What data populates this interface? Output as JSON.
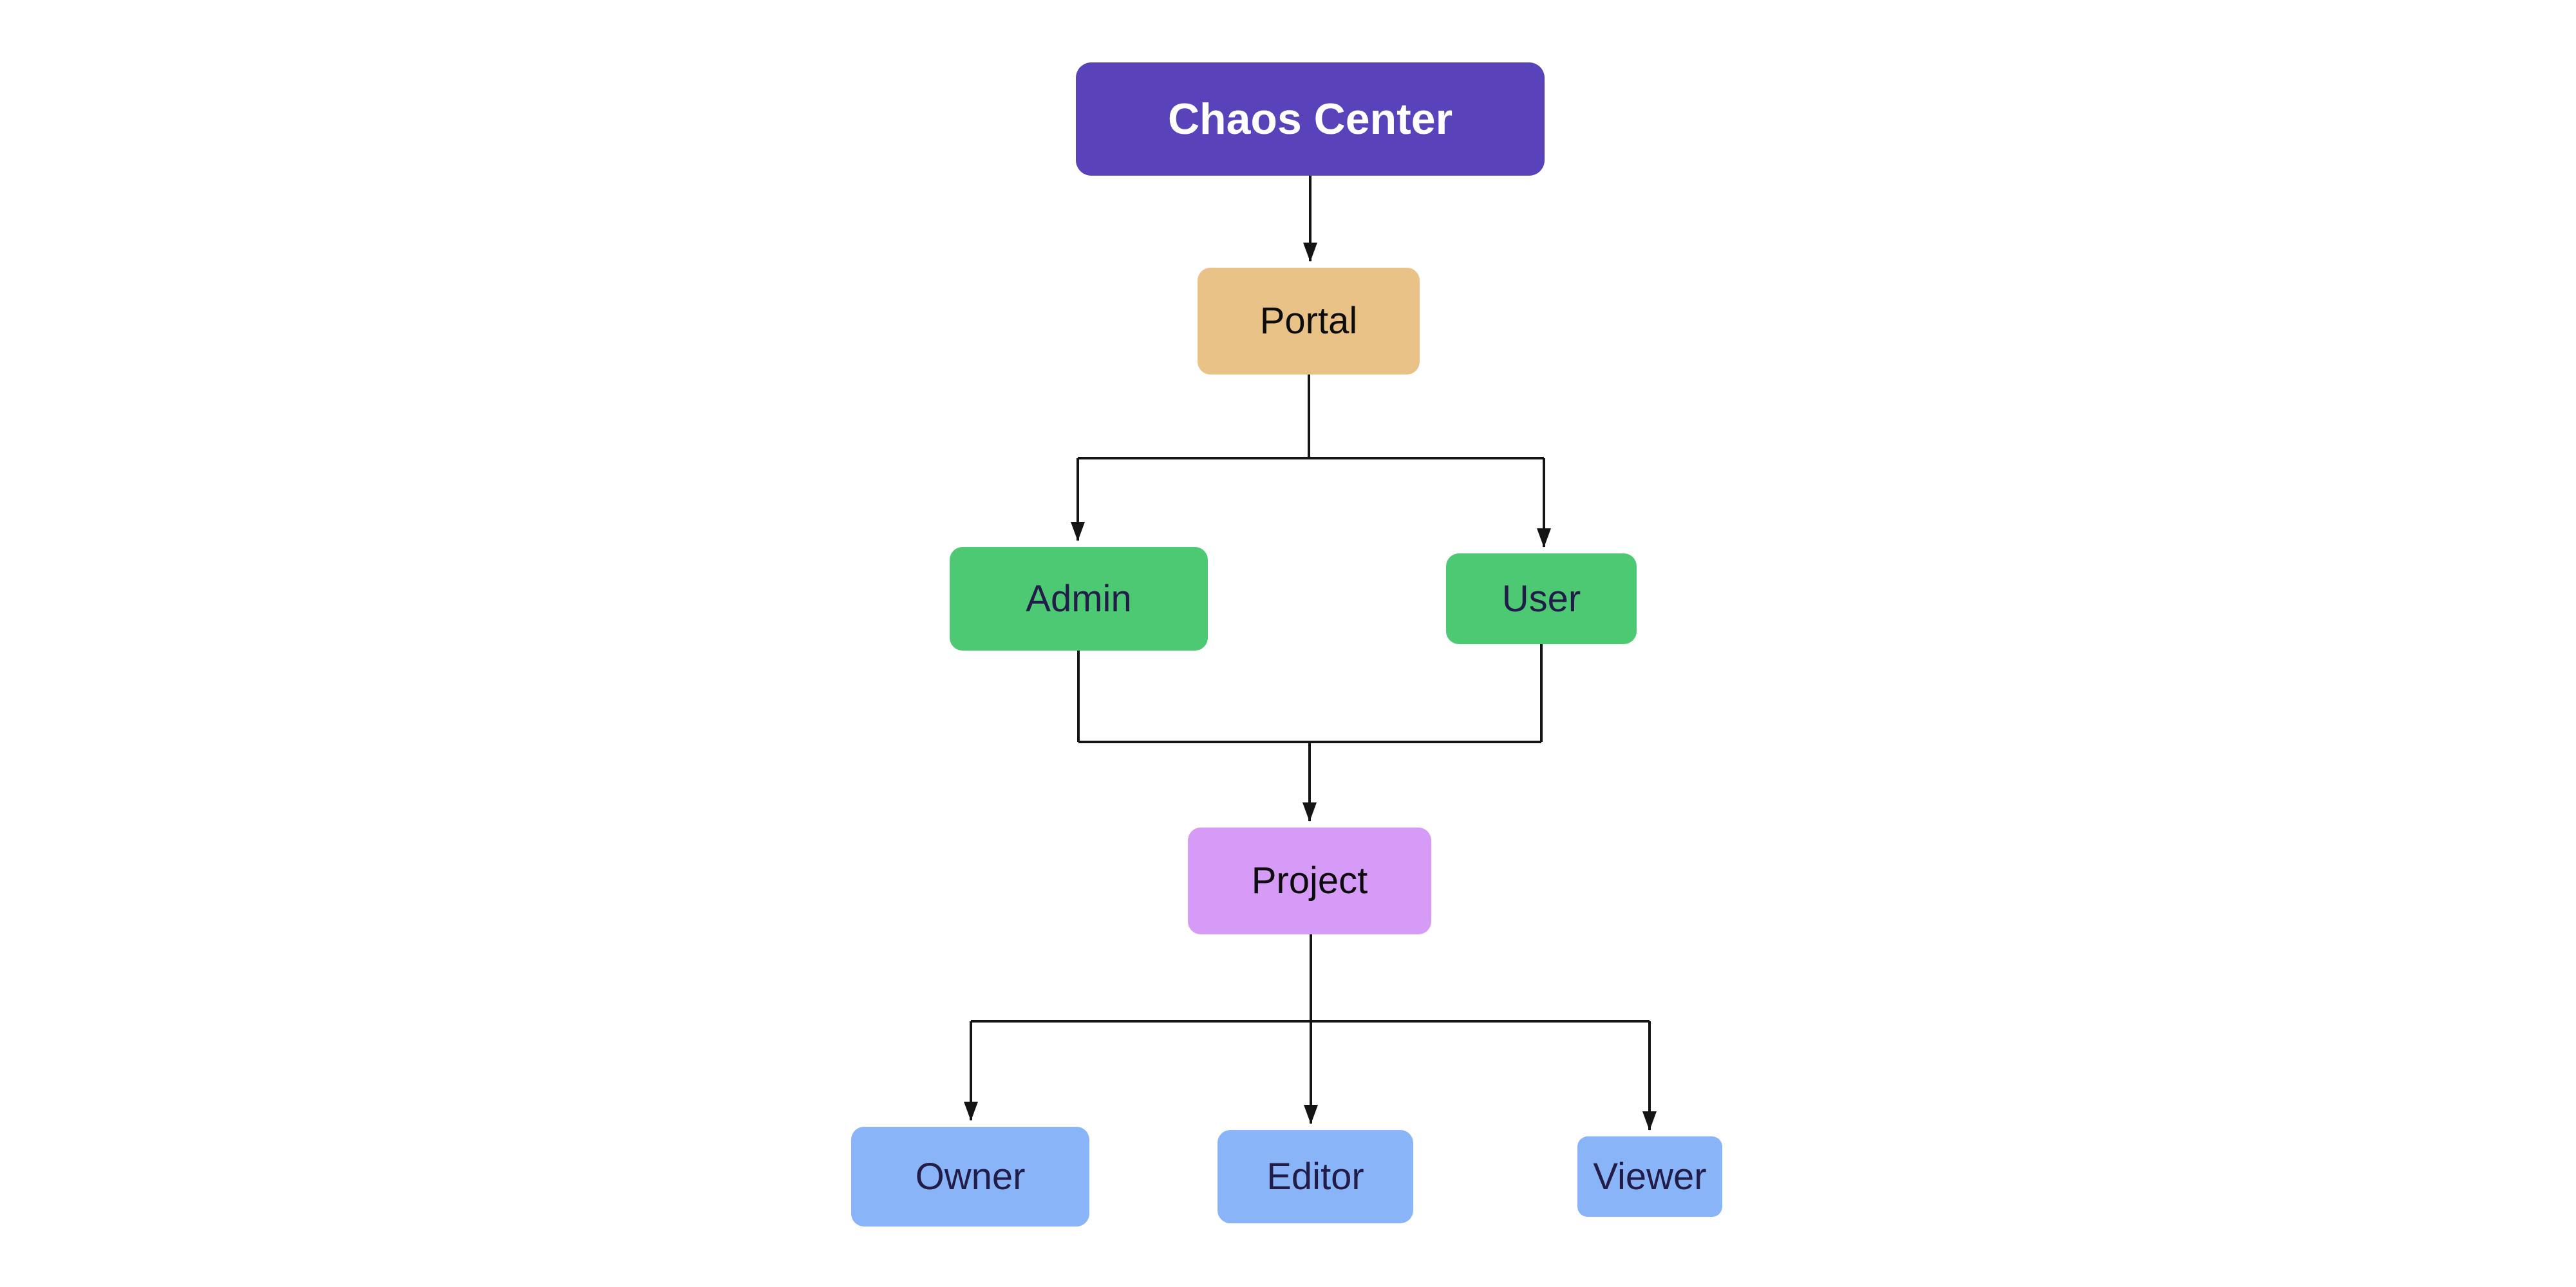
{
  "diagram": {
    "background": "#ffffff",
    "line_color": "#141414",
    "nodes": {
      "chaos_center": {
        "label": "Chaos Center",
        "bg": "#5942ba",
        "text_color": "#ffffff"
      },
      "portal": {
        "label": "Portal",
        "bg": "#e9c288",
        "text_color": "#0d0d0d"
      },
      "admin": {
        "label": "Admin",
        "bg": "#4dc973",
        "text_color": "#221c48"
      },
      "user": {
        "label": "User",
        "bg": "#4dc973",
        "text_color": "#221c48"
      },
      "project": {
        "label": "Project",
        "bg": "#d59bf7",
        "text_color": "#0d0d0d"
      },
      "owner": {
        "label": "Owner",
        "bg": "#8ab4f8",
        "text_color": "#221c48"
      },
      "editor": {
        "label": "Editor",
        "bg": "#8ab4f8",
        "text_color": "#221c48"
      },
      "viewer": {
        "label": "Viewer",
        "bg": "#8ab4f8",
        "text_color": "#221c48"
      }
    },
    "edges": [
      {
        "from": "chaos_center",
        "to": "portal"
      },
      {
        "from": "portal",
        "to": "admin"
      },
      {
        "from": "portal",
        "to": "user"
      },
      {
        "from": "admin",
        "to": "project"
      },
      {
        "from": "user",
        "to": "project"
      },
      {
        "from": "project",
        "to": "owner"
      },
      {
        "from": "project",
        "to": "editor"
      },
      {
        "from": "project",
        "to": "viewer"
      }
    ]
  }
}
